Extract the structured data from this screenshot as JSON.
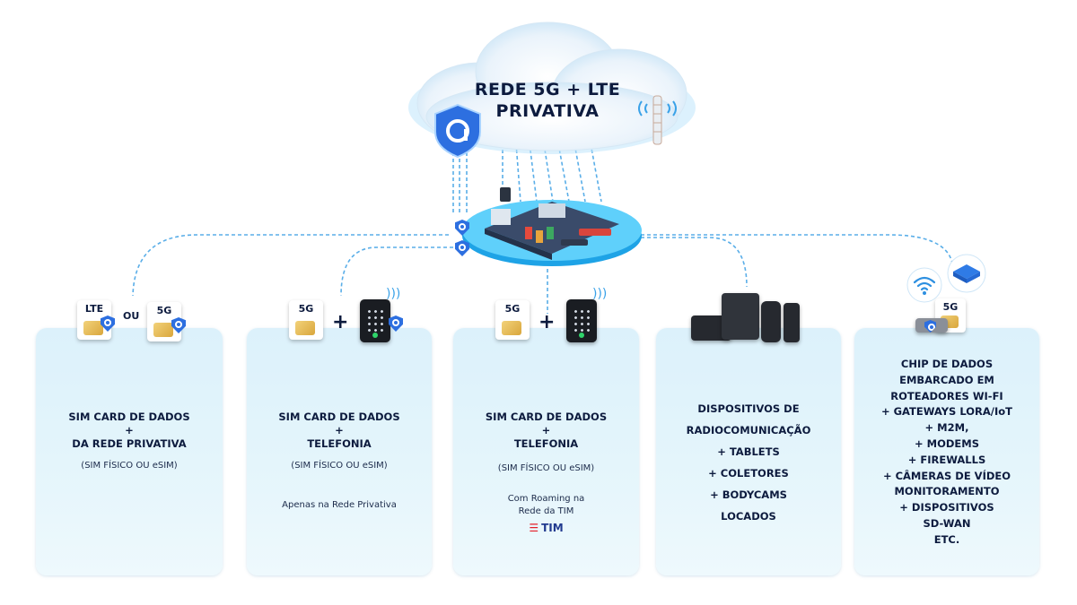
{
  "cloud": {
    "title_line1": "REDE 5G + LTE",
    "title_line2": "PRIVATIVA"
  },
  "icons": {
    "shield": "shield-icon",
    "tower": "antenna-tower-icon",
    "port": "port-terminal-icon",
    "wifi": "wifi-icon",
    "router": "router-icon"
  },
  "colors": {
    "accent": "#2d6fe0",
    "dash_line": "#5aaee8",
    "card_bg": "#dcf1fb",
    "tim_red": "#e4202a",
    "tim_blue": "#213a8f"
  },
  "cards": [
    {
      "sim_a": "LTE",
      "or_label": "OU",
      "sim_b": "5G",
      "line1": "SIM CARD DE DADOS",
      "plus": "+",
      "line2": "DA REDE PRIVATIVA",
      "sub": "(SIM FÍSICO OU eSIM)"
    },
    {
      "sim": "5G",
      "plus_icon": "+",
      "line1": "SIM CARD DE DADOS",
      "plus": "+",
      "line2": "TELEFONIA",
      "sub": "(SIM FÍSICO OU eSIM)",
      "note": "Apenas na Rede Privativa"
    },
    {
      "sim": "5G",
      "plus_icon": "+",
      "line1": "SIM CARD DE DADOS",
      "plus": "+",
      "line2": "TELEFONIA",
      "sub": "(SIM FÍSICO OU eSIM)",
      "note_line1": "Com Roaming na",
      "note_line2": "Rede da TIM",
      "logo_text": "TIM"
    },
    {
      "lines": [
        "DISPOSITIVOS DE",
        "RADIOCOMUNICAÇÃO",
        "+ TABLETS",
        "+ COLETORES",
        "+ BODYCAMS",
        "LOCADOS"
      ]
    },
    {
      "sim": "5G",
      "lines": [
        "CHIP DE DADOS",
        "EMBARCADO EM",
        "ROTEADORES WI-FI",
        "+ GATEWAYS LORA/IoT",
        "+ M2M,",
        "+ MODEMS",
        "+ FIREWALLS",
        "+ CÂMERAS DE VÍDEO",
        "MONITORAMENTO",
        "+ DISPOSITIVOS",
        "SD-WAN",
        "ETC."
      ]
    }
  ]
}
